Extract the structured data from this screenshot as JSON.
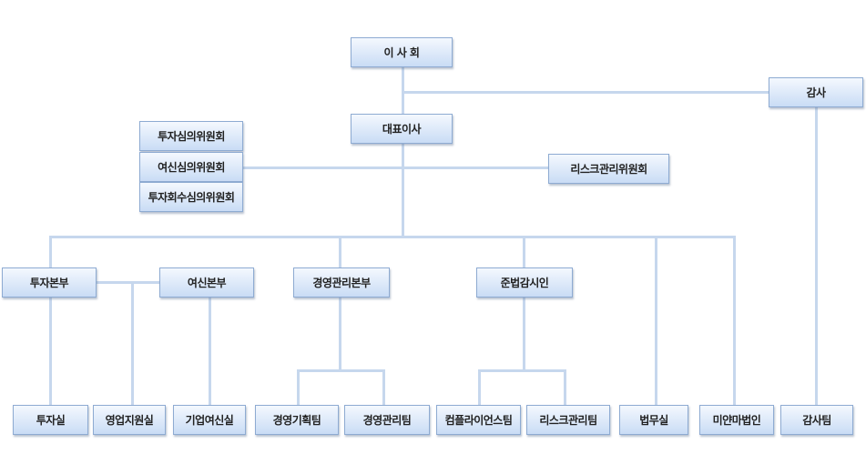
{
  "nodes": {
    "board": "이 사 회",
    "auditor": "감사",
    "ceo": "대표이사",
    "invest_committee": "투자심의위원회",
    "credit_committee": "여신심의위원회",
    "recovery_committee": "투자회수심의위원회",
    "risk_committee": "리스크관리위원회",
    "invest_div": "투자본부",
    "credit_div": "여신본부",
    "mgmt_div": "경영관리본부",
    "compliance_officer": "준법감시인",
    "invest_office": "투자실",
    "sales_support": "영업지원실",
    "corp_credit": "기업여신실",
    "mgmt_planning": "경영기획팀",
    "mgmt_team": "경영관리팀",
    "compliance_team": "컴플라이언스팀",
    "risk_team": "리스크관리팀",
    "legal": "법무실",
    "myanmar": "미얀마법인",
    "audit_team": "감사팀"
  },
  "colors": {
    "line": "#c6d7ed",
    "box_border": "#8eabd2",
    "box_top": "#f4f8fe",
    "box_bottom": "#c9dcf5"
  }
}
